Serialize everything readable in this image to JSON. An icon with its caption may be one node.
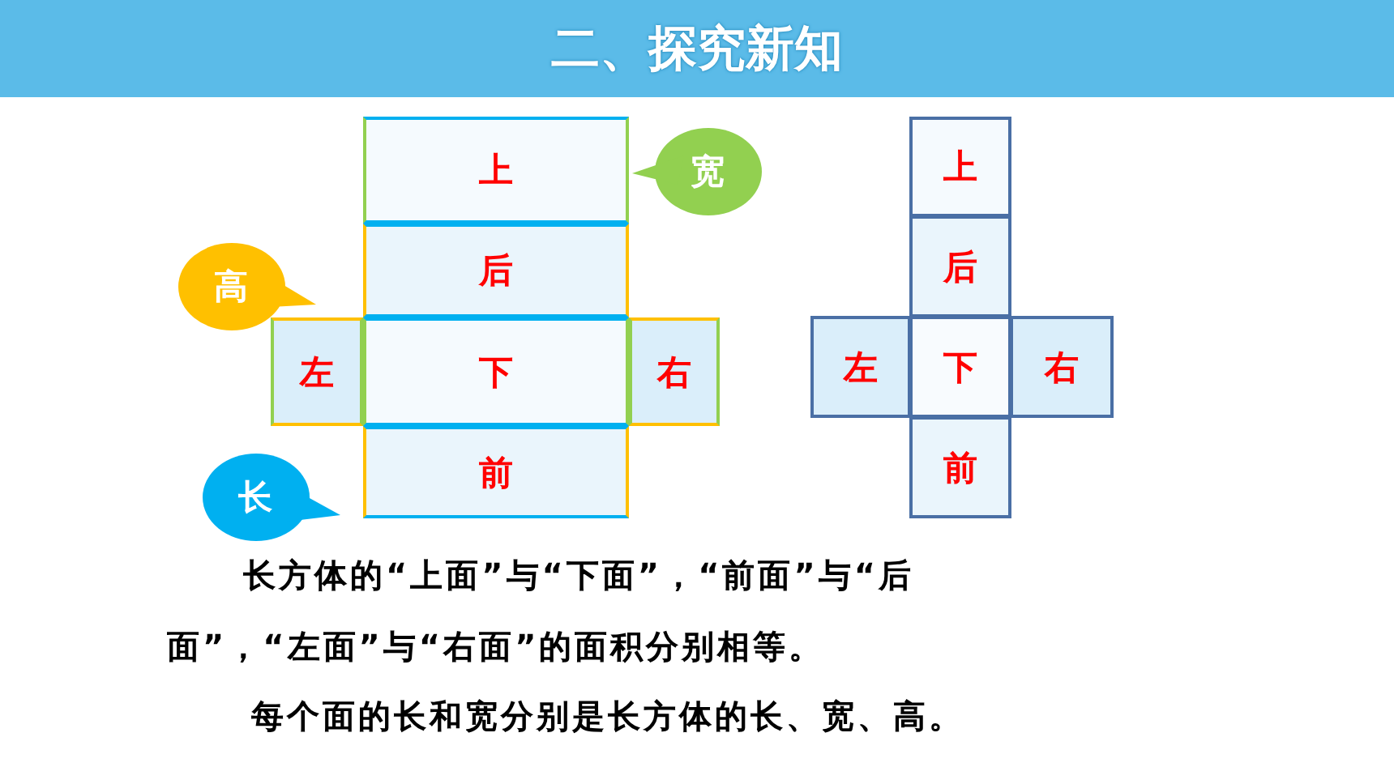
{
  "diagram": {
    "title": "二、探究新知",
    "nodes": [
      {
        "text": [
          "上"
        ]
      },
      {
        "text": [
          "后"
        ]
      },
      {
        "text": [
          "左"
        ]
      },
      {
        "text": [
          "下"
        ]
      },
      {
        "text": [
          "右"
        ]
      },
      {
        "text": [
          "前"
        ]
      },
      {
        "text": [
          "宽"
        ]
      },
      {
        "text": [
          "高"
        ]
      },
      {
        "text": [
          "长"
        ]
      },
      {
        "text": [
          "上"
        ]
      },
      {
        "text": [
          "后"
        ]
      },
      {
        "text": [
          "左"
        ]
      },
      {
        "text": [
          "下"
        ]
      },
      {
        "text": [
          "右"
        ]
      },
      {
        "text": [
          "前"
        ]
      }
    ],
    "labels": [
      "长方体的“上面”与“下面”，“前面”与“后面”，“左面”与“右面”的面积分别相等。",
      "每个面的长和宽分别是长方体的长、宽、高。"
    ]
  }
}
